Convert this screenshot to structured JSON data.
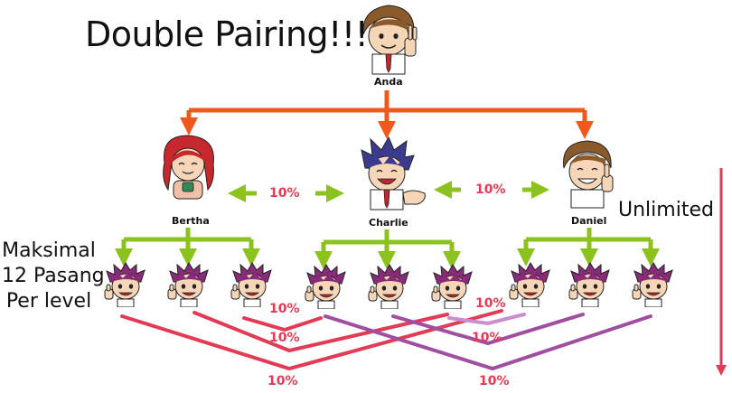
{
  "title": "Double Pairing!!!",
  "people": {
    "top": "Anda",
    "left": "Bertha",
    "middle": "Charlie",
    "right": "Daniel"
  },
  "pairing": {
    "upper_left": "10%",
    "upper_right": "10%",
    "lower": [
      "10%",
      "10%",
      "10%",
      "10%",
      "10%",
      "10%"
    ]
  },
  "side_note": {
    "line1": "Maksimal",
    "line2": "12 Pasang",
    "line3": "Per level"
  },
  "depth_label": "Unlimited",
  "colors": {
    "orange": "#ef5a1c",
    "green": "#8cc21e",
    "red": "#e33a55",
    "purple": "#a04ea0",
    "lavender": "#cc8dcc"
  }
}
